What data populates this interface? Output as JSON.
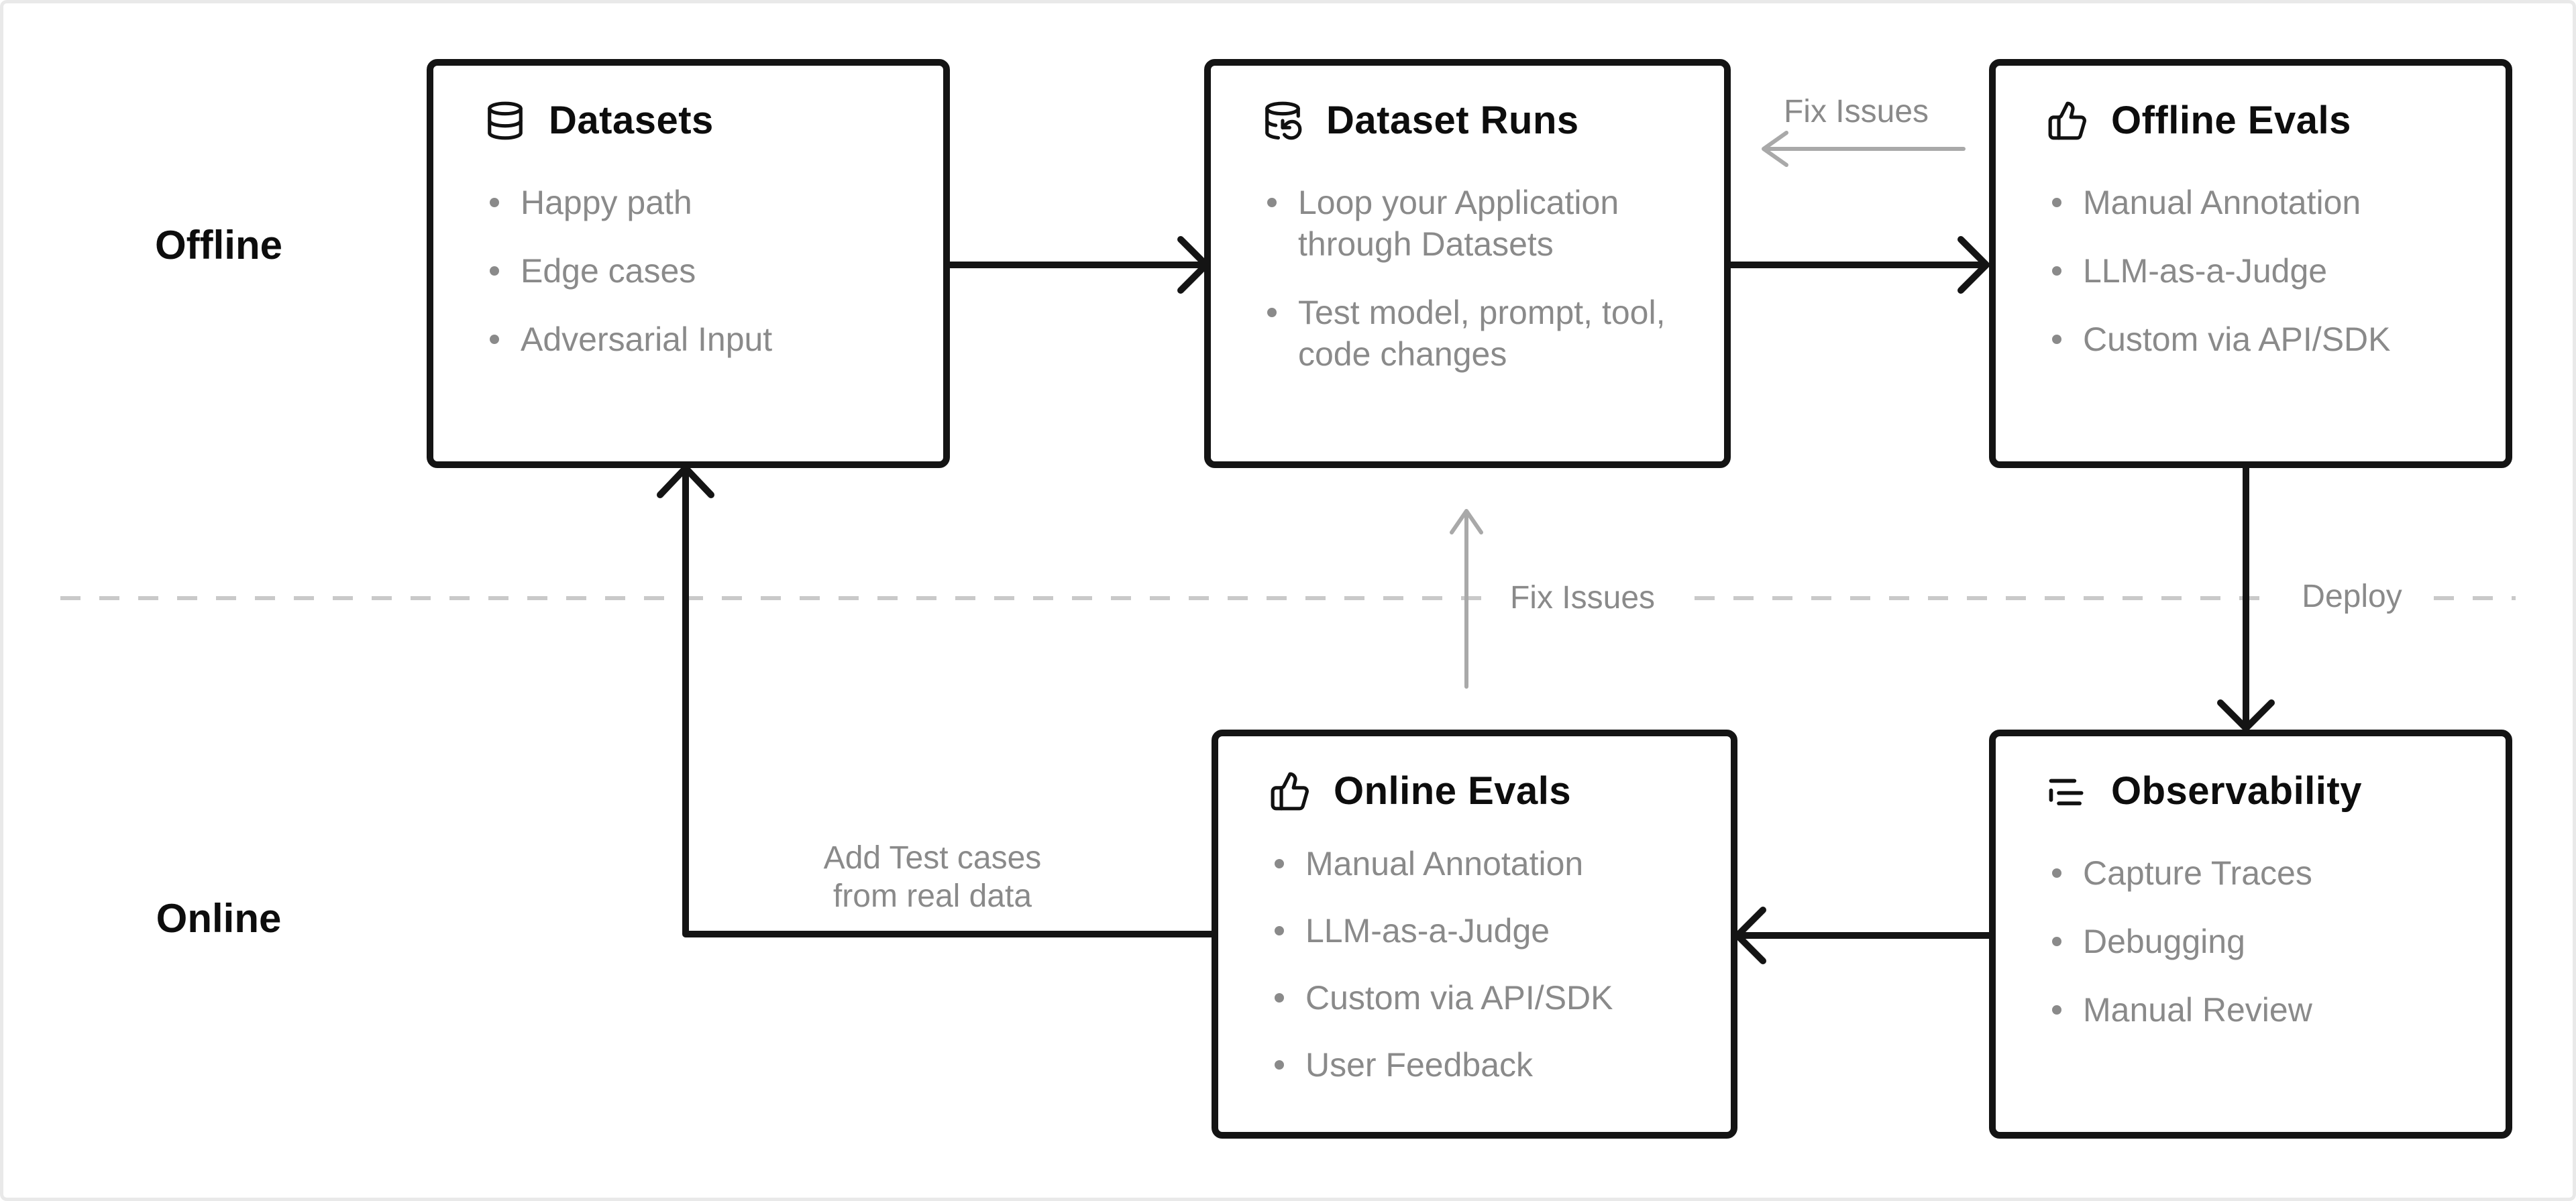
{
  "lanes": {
    "offline": "Offline",
    "online": "Online"
  },
  "boxes": [
    {
      "id": "datasets",
      "title": "Datasets",
      "icon": "database-icon",
      "items": [
        "Happy path",
        "Edge cases",
        "Adversarial Input"
      ]
    },
    {
      "id": "dataset-runs",
      "title": "Dataset Runs",
      "icon": "dataset-runs-icon",
      "items": [
        "Loop your Application through Datasets",
        "Test model, prompt, tool, code changes"
      ]
    },
    {
      "id": "offline-evals",
      "title": "Offline Evals",
      "icon": "thumbs-up-icon",
      "items": [
        "Manual Annotation",
        "LLM-as-a-Judge",
        "Custom via API/SDK"
      ]
    },
    {
      "id": "online-evals",
      "title": "Online Evals",
      "icon": "thumbs-up-icon",
      "items": [
        "Manual Annotation",
        "LLM-as-a-Judge",
        "Custom via API/SDK",
        "User Feedback"
      ]
    },
    {
      "id": "observability",
      "title": "Observability",
      "icon": "trace-list-icon",
      "items": [
        "Capture Traces",
        "Debugging",
        "Manual Review"
      ]
    }
  ],
  "edge_labels": {
    "fix_issues_top": "Fix Issues",
    "fix_issues_mid": "Fix Issues",
    "deploy": "Deploy",
    "add_test_cases_line1": "Add Test cases",
    "add_test_cases_line2": "from real data"
  },
  "colors": {
    "node_border": "#141414",
    "title_text": "#0d0d0d",
    "secondary_text": "#8a8a8a",
    "gray_arrow": "#a9a9a9",
    "dashed_divider": "#c9c9c9",
    "background": "#ffffff"
  }
}
